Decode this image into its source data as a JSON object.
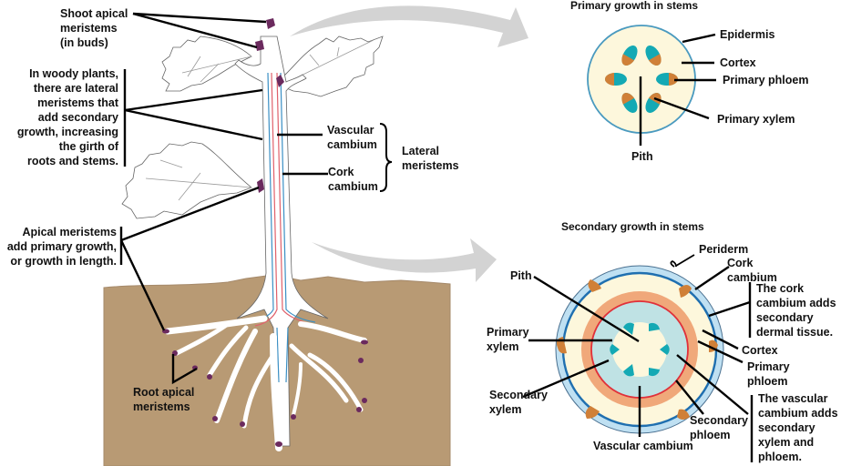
{
  "colors": {
    "soil": "#b89a74",
    "soil_edge": "#a5896a",
    "arrow": "#d3d3d3",
    "meristem": "#6b2a5e",
    "vascular_blue": "#3a8fc4",
    "vascular_red": "#e0606a",
    "cortex": "#fdf7dc",
    "epidermis_ring": "#4a9abf",
    "xylem_teal": "#14a9b4",
    "phloem_orange": "#d08038",
    "periderm_light": "#bfe0f2",
    "cork_cambium_ring": "#1f6fb0",
    "secondary_phloem": "#f0a87a",
    "vascular_cambium_ring": "#e0303a",
    "secondary_xylem": "#bfe2e4",
    "leader": "#000000"
  },
  "plant_labels": {
    "shoot_apical": "Shoot apical\nmeristems\n(in buds)",
    "woody_plants": "In woody plants,\nthere are lateral\nmeristems that\nadd secondary\ngrowth, increasing\nthe girth of\nroots and stems.",
    "vascular_cambium": "Vascular\ncambium",
    "cork_cambium": "Cork\ncambium",
    "lateral_meristems": "Lateral\nmeristems",
    "apical_meristems": "Apical meristems\nadd primary growth,\nor growth in length.",
    "root_apical": "Root apical\nmeristems"
  },
  "primary_panel": {
    "title": "Primary growth in stems",
    "labels": {
      "epidermis": "Epidermis",
      "cortex": "Cortex",
      "primary_phloem": "Primary phloem",
      "primary_xylem": "Primary xylem",
      "pith": "Pith"
    }
  },
  "secondary_panel": {
    "title": "Secondary growth in stems",
    "labels": {
      "periderm": "Periderm",
      "cork_cambium": "Cork\ncambium",
      "cork_note": "The cork\ncambium adds\nsecondary\ndermal tissue.",
      "pith": "Pith",
      "primary_xylem": "Primary\nxylem",
      "cortex": "Cortex",
      "primary_phloem": "Primary\nphloem",
      "secondary_xylem": "Secondary\nxylem",
      "secondary_phloem": "Secondary\nphloem",
      "vascular_cambium": "Vascular cambium",
      "vascular_note": "The vascular\ncambium adds\nsecondary\nxylem and\nphloem."
    }
  }
}
